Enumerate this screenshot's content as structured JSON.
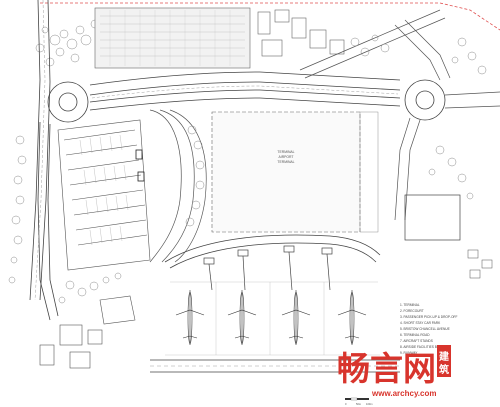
{
  "plan": {
    "terminal_label": [
      "TERMINAL",
      "AIRPORT",
      "TERMINAL"
    ],
    "legend": [
      "1.  TERMINAL",
      "2.  FORECOURT",
      "3.  PASSENGER PICK-UP & DROP-OFF",
      "4.  SHORT STAY CAR PARK",
      "5.  BRISTOW CHANCELL AVENUE",
      "6.  TERMINAL ROAD",
      "7.  AIRCRAFT STANDS",
      "8.  AIRSIDE FACILITIES BUILDING",
      "9.  RUNWAY"
    ],
    "scale_labels": [
      "0",
      "50m",
      "100m"
    ],
    "colors": {
      "line": "#7a7a7a",
      "dark": "#333333",
      "boundary": "#e05050",
      "watermark": "#d8342c"
    }
  },
  "watermark": {
    "brand": "畅言网",
    "badge": "建筑",
    "url": "www.archcy.com"
  }
}
